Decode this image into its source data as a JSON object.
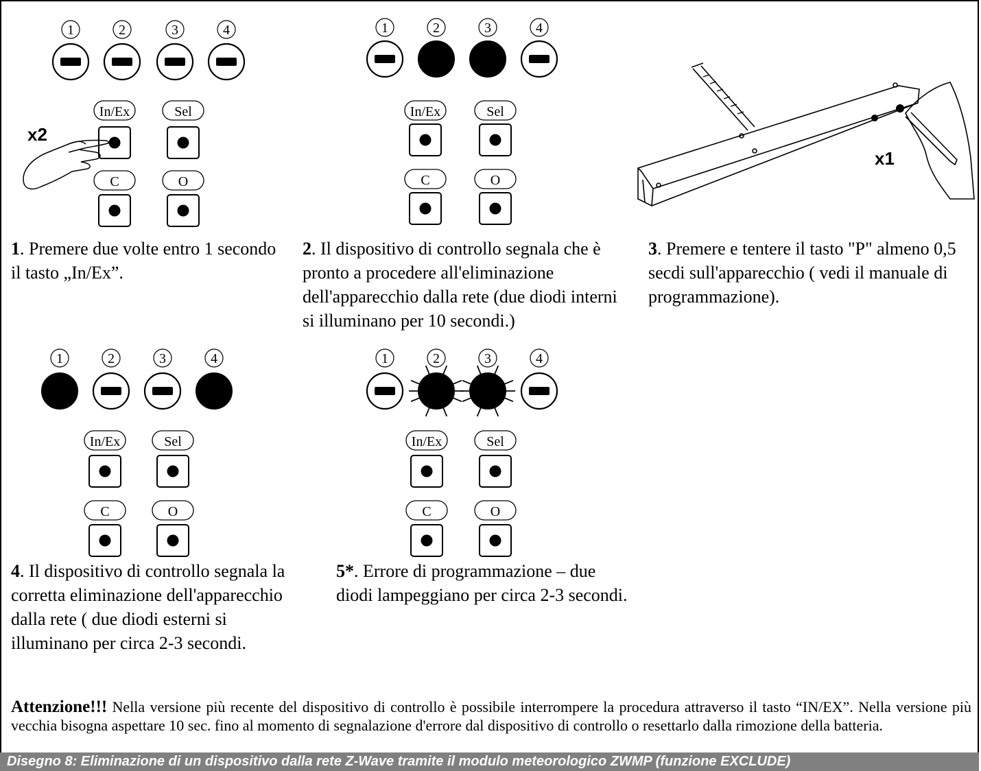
{
  "panels": [
    {
      "id": "p1",
      "led_numbers": [
        "1",
        "2",
        "3",
        "4"
      ],
      "led_states": [
        "off",
        "off",
        "off",
        "off"
      ],
      "buttons": {
        "inex": "In/Ex",
        "sel": "Sel",
        "c": "C",
        "o": "O"
      },
      "press_count": "x2"
    },
    {
      "id": "p2",
      "led_numbers": [
        "1",
        "2",
        "3",
        "4"
      ],
      "led_states": [
        "off",
        "on",
        "on",
        "off"
      ],
      "buttons": {
        "inex": "In/Ex",
        "sel": "Sel",
        "c": "C",
        "o": "O"
      }
    },
    {
      "id": "p3",
      "press_count": "x1"
    },
    {
      "id": "p4",
      "led_numbers": [
        "1",
        "2",
        "3",
        "4"
      ],
      "led_states": [
        "on",
        "off",
        "off",
        "on"
      ],
      "buttons": {
        "inex": "In/Ex",
        "sel": "Sel",
        "c": "C",
        "o": "O"
      }
    },
    {
      "id": "p5",
      "led_numbers": [
        "1",
        "2",
        "3",
        "4"
      ],
      "led_states": [
        "off",
        "blink",
        "blink",
        "off"
      ],
      "buttons": {
        "inex": "In/Ex",
        "sel": "Sel",
        "c": "C",
        "o": "O"
      }
    }
  ],
  "steps": [
    {
      "num": "1",
      "text": ". Premere due volte entro 1 secondo il tasto „In/Ex”."
    },
    {
      "num": "2",
      "text": ". Il dispositivo di controllo segnala che è pronto a procedere all'eliminazione dell'apparecchio dalla rete (due diodi interni si illuminano per 10 secondi.)"
    },
    {
      "num": "3",
      "text": ". Premere e tentere il tasto \"P\" almeno 0,5 secdi sull'apparecchio ( vedi il manuale di programmazione)."
    },
    {
      "num": "4",
      "text": ". Il dispositivo di controllo segnala la corretta eliminazione dell'apparecchio dalla rete ( due diodi esterni si illuminano per circa 2-3 secondi."
    },
    {
      "num": "5*",
      "text": ". Errore di programmazione – due diodi lampeggiano per circa 2-3 secondi."
    }
  ],
  "warning": {
    "label": "Attenzione!!!",
    "text": " Nella versione più recente del dispositivo di controllo è possibile interrompere la procedura attraverso il tasto “IN/EX”. Nella versione più vecchia bisogna aspettare 10 sec. fino al momento di segnalazione d'errore dal dispositivo di controllo o resettarlo dalla rimozione della batteria."
  },
  "caption": "Disegno 8: Eliminazione di un dispositivo dalla rete Z-Wave tramite il modulo meteorologico ZWMP (funzione EXCLUDE)"
}
